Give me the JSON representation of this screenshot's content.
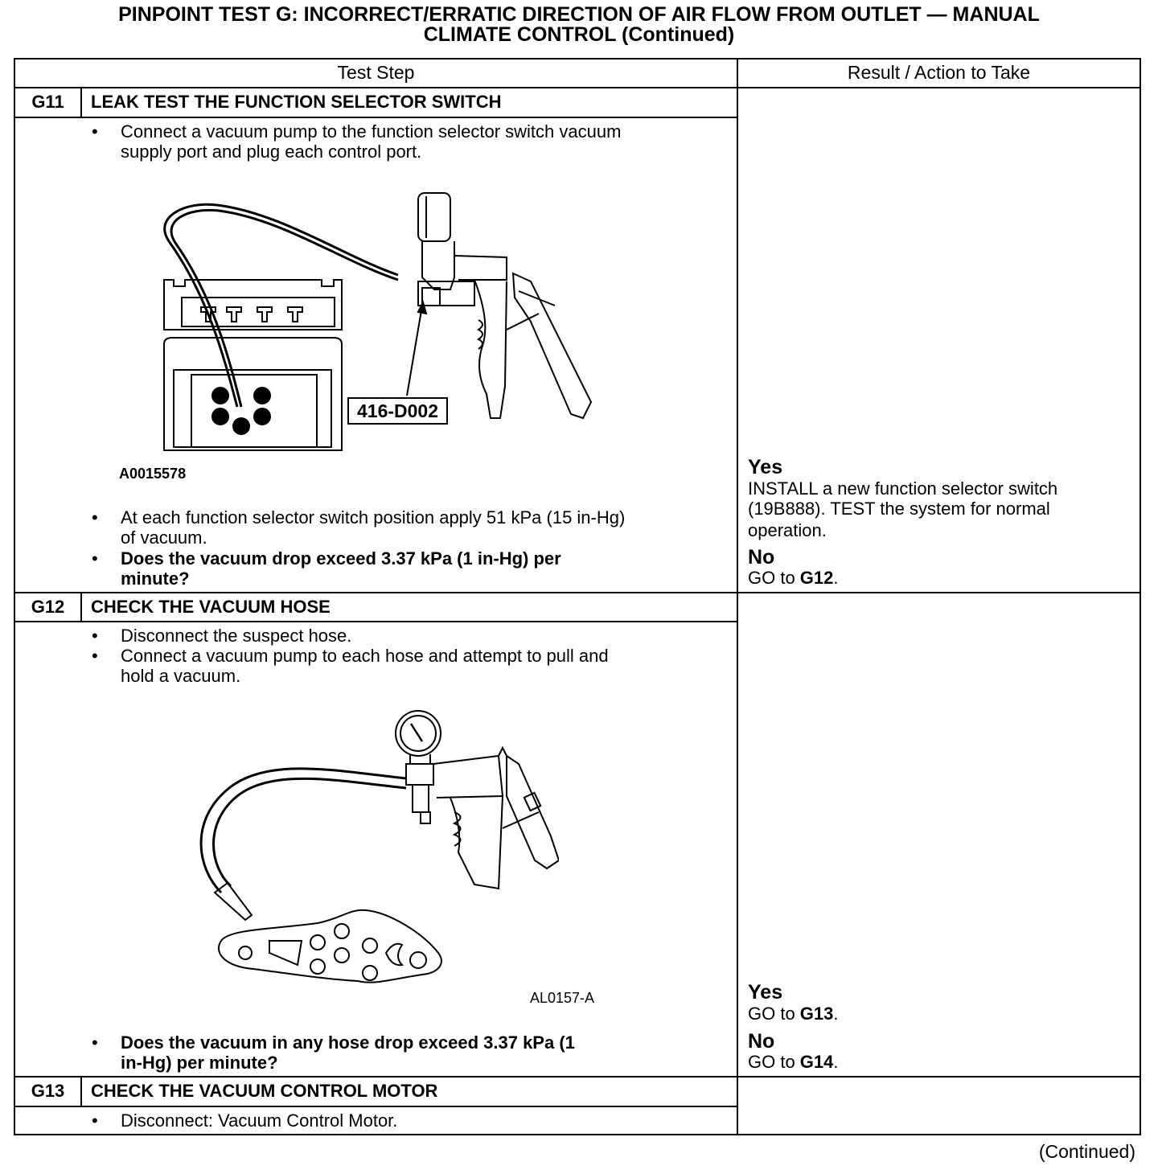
{
  "title": {
    "line1": "PINPOINT TEST  G: INCORRECT/ERRATIC DIRECTION OF AIR FLOW FROM OUTLET — MANUAL",
    "line2": "CLIMATE CONTROL (Continued)"
  },
  "table": {
    "header": {
      "test_step": "Test Step",
      "result": "Result / Action to Take"
    },
    "steps": [
      {
        "id": "G11",
        "title": "LEAK TEST THE FUNCTION SELECTOR SWITCH",
        "bullets": [
          {
            "l1": "Connect a vacuum pump to the function selector switch vacuum",
            "l2": "supply port and plug each control port."
          },
          {
            "l1": "At each function selector switch position apply 51 kPa (15 in-Hg)",
            "l2": "of vacuum."
          },
          {
            "l1": "Does the vacuum drop exceed 3.37 kPa (1 in-Hg) per",
            "l2": "minute?"
          }
        ],
        "figure": {
          "code": "A0015578",
          "tool_label": "416-D002"
        },
        "result": {
          "yes_label": "Yes",
          "yes_l1": "INSTALL a new function selector switch",
          "yes_l2": "(19B888). TEST the system for normal",
          "yes_l3": "operation.",
          "no_label": "No",
          "no_text": "GO to ",
          "no_ref": "G12",
          "no_end": "."
        }
      },
      {
        "id": "G12",
        "title": "CHECK THE VACUUM HOSE",
        "bullets": [
          {
            "l1": "Disconnect the suspect hose."
          },
          {
            "l1": "Connect a vacuum pump to each hose and attempt to pull and",
            "l2": "hold a vacuum."
          },
          {
            "l1": "Does the vacuum in any hose drop exceed 3.37 kPa (1",
            "l2": "in-Hg) per minute?"
          }
        ],
        "figure": {
          "code": "AL0157-A"
        },
        "result": {
          "yes_label": "Yes",
          "yes_text": "GO to ",
          "yes_ref": "G13",
          "yes_end": ".",
          "no_label": "No",
          "no_text": "GO to ",
          "no_ref": "G14",
          "no_end": "."
        }
      },
      {
        "id": "G13",
        "title": "CHECK THE VACUUM CONTROL MOTOR",
        "bullets": [
          {
            "l1": "Disconnect: Vacuum Control Motor."
          }
        ]
      }
    ],
    "bullet_glyph": "•"
  },
  "footer": {
    "continued": "(Continued)"
  }
}
